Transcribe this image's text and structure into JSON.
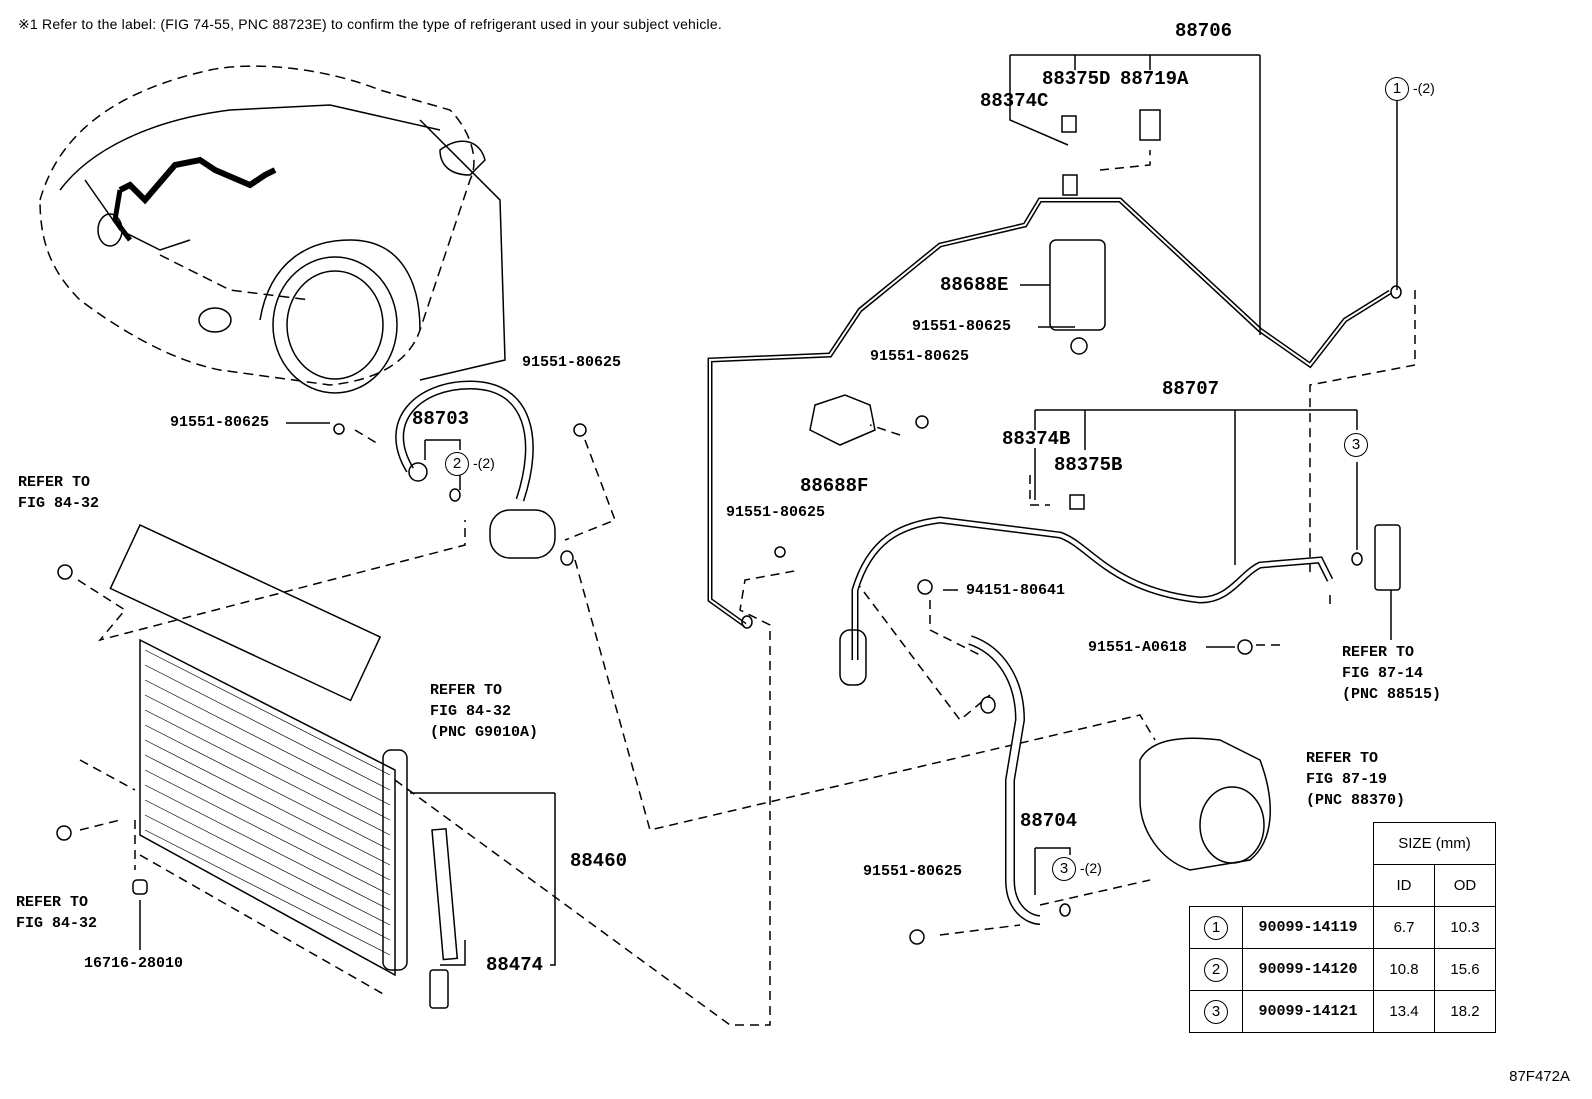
{
  "note": "※1 Refer to the label: (FIG 74-55, PNC 88723E) to confirm the type of refrigerant used in your subject vehicle.",
  "parts": {
    "p88706": "88706",
    "p88375D": "88375D",
    "p88719A": "88719A",
    "p88374C": "88374C",
    "p88688E": "88688E",
    "p91551_a": "91551-80625",
    "p91551_b": "91551-80625",
    "p88688F": "88688F",
    "p88707": "88707",
    "p88374B": "88374B",
    "p88375B": "88375B",
    "p91551_c": "91551-80625",
    "p94151": "94151-80641",
    "p91551A": "91551-A0618",
    "p91551_d": "91551-80625",
    "p91551_e": "91551-80625",
    "p88703": "88703",
    "p88460": "88460",
    "p88474": "88474",
    "p16716": "16716-28010",
    "p88704": "88704",
    "p91551_f": "91551-80625"
  },
  "refs": {
    "r1": "REFER TO\nFIG 84-32",
    "r2": "REFER TO\nFIG 84-32\n(PNC G9010A)",
    "r3": "REFER TO\nFIG 84-32",
    "r4": "REFER TO\nFIG 87-14\n(PNC 88515)",
    "r5": "REFER TO\nFIG 87-19\n(PNC 88370)"
  },
  "callouts": {
    "c1": "1",
    "c1q": "-(2)",
    "c2": "2",
    "c2q": "-(2)",
    "c3a": "3",
    "c3b": "3",
    "c3q": "-(2)"
  },
  "table": {
    "size_header": "SIZE (mm)",
    "id_header": "ID",
    "od_header": "OD",
    "rows": [
      {
        "no": "1",
        "part": "90099-14119",
        "id": "6.7",
        "od": "10.3"
      },
      {
        "no": "2",
        "part": "90099-14120",
        "id": "10.8",
        "od": "15.6"
      },
      {
        "no": "3",
        "part": "90099-14121",
        "id": "13.4",
        "od": "18.2"
      }
    ]
  },
  "figure_code": "87F472A"
}
